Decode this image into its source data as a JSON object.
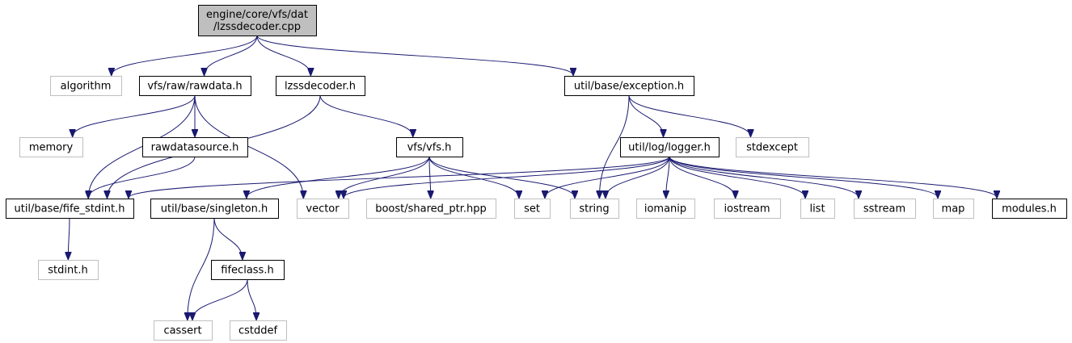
{
  "graph": {
    "title": "",
    "colors": {
      "edge": "#191970",
      "border_documented": "#000000",
      "border_external": "#bfbfbf",
      "root_fill": "#bfbfbf",
      "node_fill": "#ffffff",
      "text": "#000000"
    },
    "nodes": [
      {
        "id": "root",
        "lines": [
          "engine/core/vfs/dat",
          "/lzssdecoder.cpp"
        ],
        "kind": "root"
      },
      {
        "id": "algorithm",
        "lines": [
          "algorithm"
        ],
        "kind": "external"
      },
      {
        "id": "rawdata",
        "lines": [
          "vfs/raw/rawdata.h"
        ],
        "kind": "documented"
      },
      {
        "id": "lzssdecoder",
        "lines": [
          "lzssdecoder.h"
        ],
        "kind": "documented"
      },
      {
        "id": "exception",
        "lines": [
          "util/base/exception.h"
        ],
        "kind": "documented"
      },
      {
        "id": "memory",
        "lines": [
          "memory"
        ],
        "kind": "external"
      },
      {
        "id": "rawdatasource",
        "lines": [
          "rawdatasource.h"
        ],
        "kind": "documented"
      },
      {
        "id": "vfs",
        "lines": [
          "vfs/vfs.h"
        ],
        "kind": "documented"
      },
      {
        "id": "logger",
        "lines": [
          "util/log/logger.h"
        ],
        "kind": "documented"
      },
      {
        "id": "stdexcept",
        "lines": [
          "stdexcept"
        ],
        "kind": "external"
      },
      {
        "id": "fife_stdint",
        "lines": [
          "util/base/fife_stdint.h"
        ],
        "kind": "documented"
      },
      {
        "id": "singleton",
        "lines": [
          "util/base/singleton.h"
        ],
        "kind": "documented"
      },
      {
        "id": "vector",
        "lines": [
          "vector"
        ],
        "kind": "external"
      },
      {
        "id": "shared_ptr",
        "lines": [
          "boost/shared_ptr.hpp"
        ],
        "kind": "external"
      },
      {
        "id": "set",
        "lines": [
          "set"
        ],
        "kind": "external"
      },
      {
        "id": "string",
        "lines": [
          "string"
        ],
        "kind": "external"
      },
      {
        "id": "iomanip",
        "lines": [
          "iomanip"
        ],
        "kind": "external"
      },
      {
        "id": "iostream",
        "lines": [
          "iostream"
        ],
        "kind": "external"
      },
      {
        "id": "list",
        "lines": [
          "list"
        ],
        "kind": "external"
      },
      {
        "id": "sstream",
        "lines": [
          "sstream"
        ],
        "kind": "external"
      },
      {
        "id": "map",
        "lines": [
          "map"
        ],
        "kind": "external"
      },
      {
        "id": "modules",
        "lines": [
          "modules.h"
        ],
        "kind": "documented"
      },
      {
        "id": "stdint",
        "lines": [
          "stdint.h"
        ],
        "kind": "external"
      },
      {
        "id": "fifeclass",
        "lines": [
          "fifeclass.h"
        ],
        "kind": "documented"
      },
      {
        "id": "cassert",
        "lines": [
          "cassert"
        ],
        "kind": "external"
      },
      {
        "id": "cstddef",
        "lines": [
          "cstddef"
        ],
        "kind": "external"
      }
    ],
    "edges": [
      {
        "from": "root",
        "to": "algorithm"
      },
      {
        "from": "root",
        "to": "rawdata"
      },
      {
        "from": "root",
        "to": "lzssdecoder"
      },
      {
        "from": "root",
        "to": "exception"
      },
      {
        "from": "rawdata",
        "to": "memory"
      },
      {
        "from": "rawdata",
        "to": "fife_stdint"
      },
      {
        "from": "rawdata",
        "to": "rawdatasource"
      },
      {
        "from": "rawdata",
        "to": "vector"
      },
      {
        "from": "rawdatasource",
        "to": "fife_stdint"
      },
      {
        "from": "lzssdecoder",
        "to": "fife_stdint"
      },
      {
        "from": "lzssdecoder",
        "to": "vfs"
      },
      {
        "from": "vfs",
        "to": "singleton"
      },
      {
        "from": "vfs",
        "to": "vector"
      },
      {
        "from": "vfs",
        "to": "shared_ptr"
      },
      {
        "from": "vfs",
        "to": "set"
      },
      {
        "from": "vfs",
        "to": "string"
      },
      {
        "from": "exception",
        "to": "string"
      },
      {
        "from": "exception",
        "to": "logger"
      },
      {
        "from": "exception",
        "to": "stdexcept"
      },
      {
        "from": "logger",
        "to": "fife_stdint"
      },
      {
        "from": "logger",
        "to": "vector"
      },
      {
        "from": "logger",
        "to": "set"
      },
      {
        "from": "logger",
        "to": "string"
      },
      {
        "from": "logger",
        "to": "iomanip"
      },
      {
        "from": "logger",
        "to": "iostream"
      },
      {
        "from": "logger",
        "to": "list"
      },
      {
        "from": "logger",
        "to": "sstream"
      },
      {
        "from": "logger",
        "to": "map"
      },
      {
        "from": "logger",
        "to": "modules"
      },
      {
        "from": "fife_stdint",
        "to": "stdint"
      },
      {
        "from": "singleton",
        "to": "fifeclass"
      },
      {
        "from": "singleton",
        "to": "cassert"
      },
      {
        "from": "fifeclass",
        "to": "cassert"
      },
      {
        "from": "fifeclass",
        "to": "cstddef"
      }
    ]
  }
}
